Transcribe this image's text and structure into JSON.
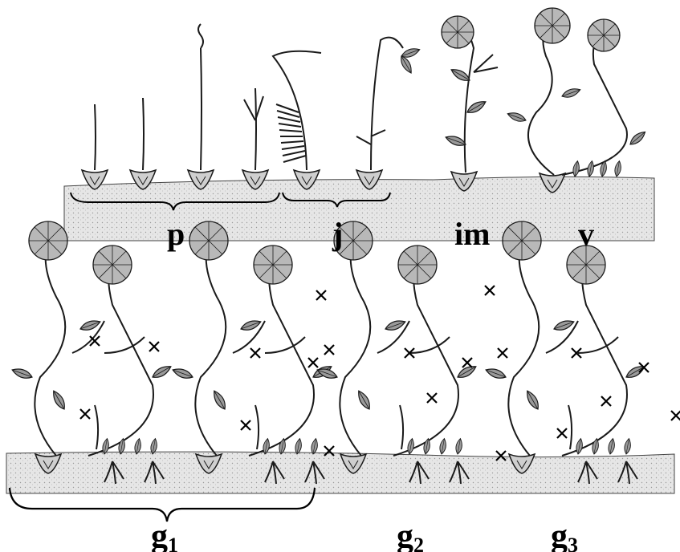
{
  "labels": {
    "p": "p",
    "j": "j",
    "im": "im",
    "v": "v",
    "g1_base": "g",
    "g1_sub": "1",
    "g2_base": "g",
    "g2_sub": "2",
    "g3_base": "g",
    "g3_sub": "3"
  },
  "colors": {
    "ink": "#1a1a1a",
    "soil": "#dcdcdc",
    "leaf": "#9a9a9a",
    "paper": "#ffffff"
  }
}
